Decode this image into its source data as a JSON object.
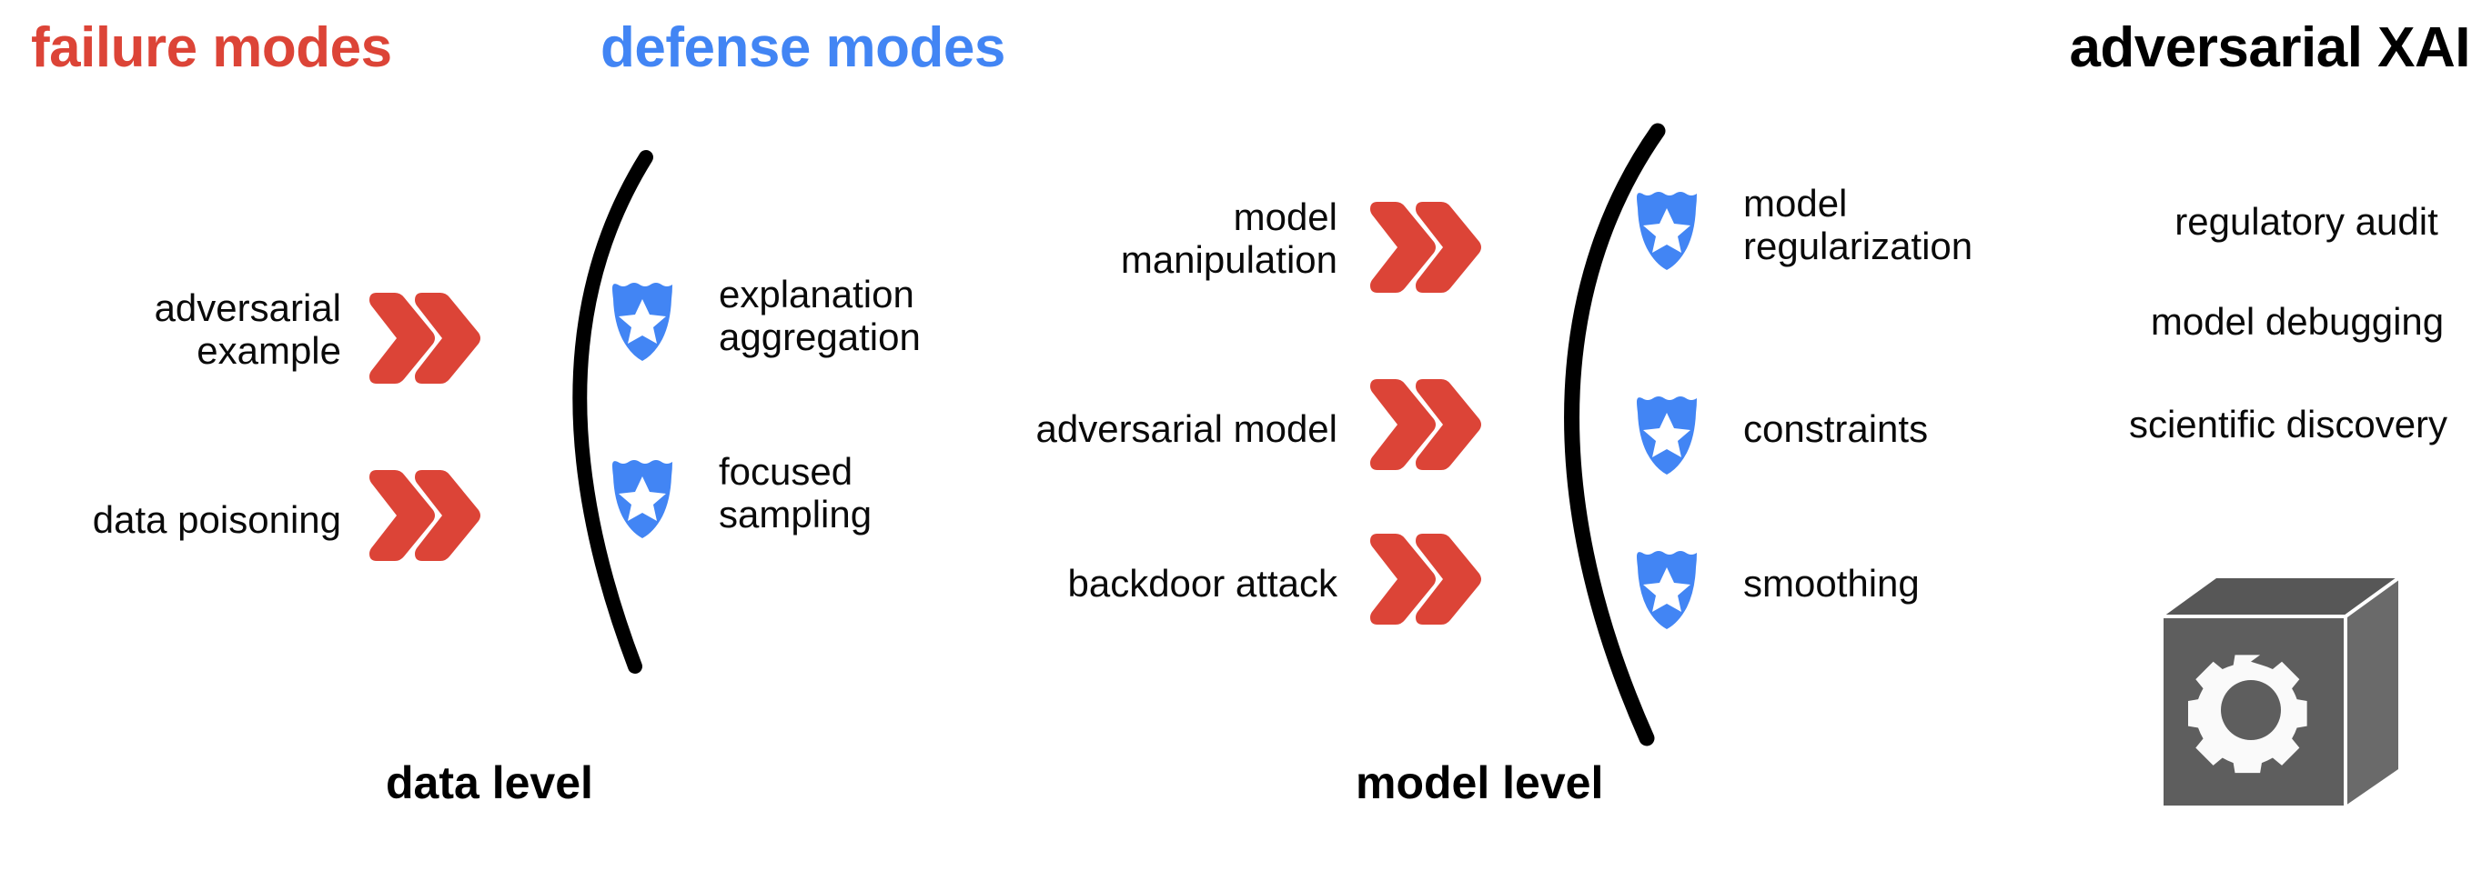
{
  "figure": {
    "headings": {
      "failure_modes": "failure modes",
      "defense_modes": "defense modes",
      "adversarial_xai": "adversarial XAI"
    },
    "captions": {
      "data_level": "data level",
      "model_level": "model level"
    }
  },
  "colors": {
    "failure_red": "#DC4437",
    "defense_blue": "#4285F4",
    "text_black": "#0A0A0A",
    "blackbox_front": "#5E5E5E",
    "blackbox_top": "#575757",
    "blackbox_side": "#6A6A6A",
    "background": "#FFFFFF"
  },
  "data_level": {
    "failures": [
      {
        "label": "adversarial\nexample",
        "icon": "red-double-chevron-icon"
      },
      {
        "label": "data poisoning",
        "icon": "red-double-chevron-icon"
      }
    ],
    "defenses": [
      {
        "label": "explanation\naggregation",
        "icon": "blue-shield-star-icon"
      },
      {
        "label": "focused\nsampling",
        "icon": "blue-shield-star-icon"
      }
    ]
  },
  "model_level": {
    "failures": [
      {
        "label": "model\nmanipulation",
        "icon": "red-double-chevron-icon"
      },
      {
        "label": "adversarial model",
        "icon": "red-double-chevron-icon"
      },
      {
        "label": "backdoor attack",
        "icon": "red-double-chevron-icon"
      }
    ],
    "defenses": [
      {
        "label": "model\nregularization",
        "icon": "blue-shield-star-icon"
      },
      {
        "label": "constraints",
        "icon": "blue-shield-star-icon"
      },
      {
        "label": "smoothing",
        "icon": "blue-shield-star-icon"
      }
    ]
  },
  "adversarial_xai": {
    "applications": [
      "regulatory audit",
      "model debugging",
      "scientific discovery"
    ],
    "blackbox_icon": "black-box-gear-cube-icon"
  }
}
